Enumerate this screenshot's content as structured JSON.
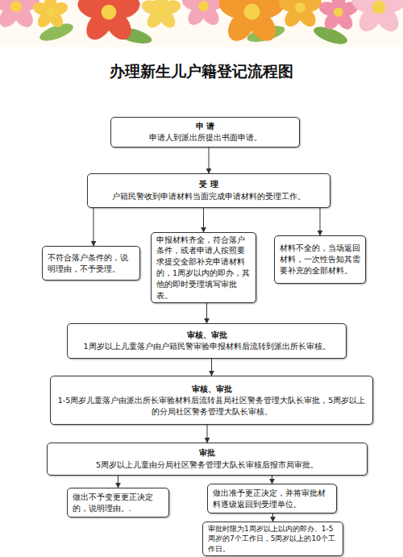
{
  "diagram": {
    "title": "办理新生儿户籍登记流程图",
    "nodes": [
      {
        "text": [
          "申 请",
          "申请人到派出所提出书面申请。"
        ]
      },
      {
        "text": [
          "受 理",
          "户籍民警收到申请材料当面完成申请材料的受理工作。"
        ]
      },
      {
        "text": [
          "不符合落户条件的，说明理由，不予受理。"
        ]
      },
      {
        "text": [
          "申报材料齐全，符合落户条件，或者申请人按照要求提交全部补充申请材料的，1周岁以内的即办，其他的即时受理填写审批表。"
        ]
      },
      {
        "text": [
          "材料不全的，当场返回材料，一次性告知其需要补充的全部材料。"
        ]
      },
      {
        "text": [
          "审核、审批",
          "1周岁以上儿童落户由户籍民警审验申报材料后流转到派出所长审核。"
        ]
      },
      {
        "text": [
          "审核、审批",
          "1-5周岁儿童落户由派出所长审验材料后流转县局社区警务管理大队长审批，5周岁以上的分局社区警务管理大队长审核。"
        ]
      },
      {
        "text": [
          "审批",
          "5周岁以上儿童由分局社区警务管理大队长审核后报市局审批。"
        ]
      },
      {
        "text": [
          "做出不予变更更正决定的，说明理由。."
        ]
      },
      {
        "text": [
          "做出准予更正决定，并将审批材料逐级返回到受理单位。"
        ]
      },
      {
        "text": [
          "审批时限为1周岁以上以内的即办、1-5周岁的7个工作日，5周岁以上的10个工作日。"
        ]
      }
    ],
    "edges": [
      {
        "from": 0,
        "to": 1,
        "arrow": "to"
      },
      {
        "from": 1,
        "to": 2,
        "arrow": "to"
      },
      {
        "from": 1,
        "to": 3,
        "arrow": "to"
      },
      {
        "from": 1,
        "to": 4,
        "arrow": "to"
      },
      {
        "from": 3,
        "to": 5,
        "arrow": "to"
      },
      {
        "from": 5,
        "to": 6,
        "arrow": "to"
      },
      {
        "from": 6,
        "to": 7,
        "arrow": "to"
      },
      {
        "from": 7,
        "to": 8,
        "arrow": "to"
      },
      {
        "from": 7,
        "to": 9,
        "arrow": "to"
      },
      {
        "from": 9,
        "to": 10,
        "arrow": "to"
      }
    ]
  }
}
